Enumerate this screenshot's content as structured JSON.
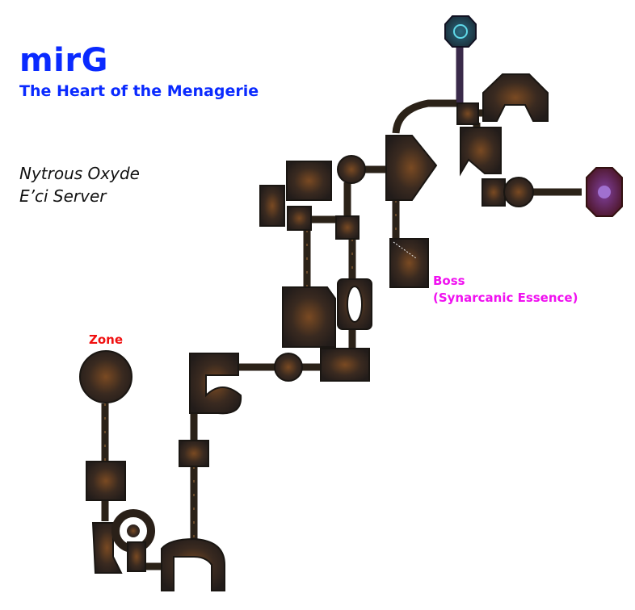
{
  "header": {
    "title": "mirG",
    "subtitle": "The Heart of the Menagerie"
  },
  "credits": {
    "author": "Nytrous Oxyde",
    "server": "E’ci Server"
  },
  "markers": {
    "zone_label": "Zone",
    "boss_label": "Boss",
    "boss_name": "(Synarcanic Essence)"
  },
  "colors": {
    "title": "#0a2aff",
    "zone": "#f01010",
    "boss": "#f010f0",
    "floor": "#3a2a1e"
  }
}
